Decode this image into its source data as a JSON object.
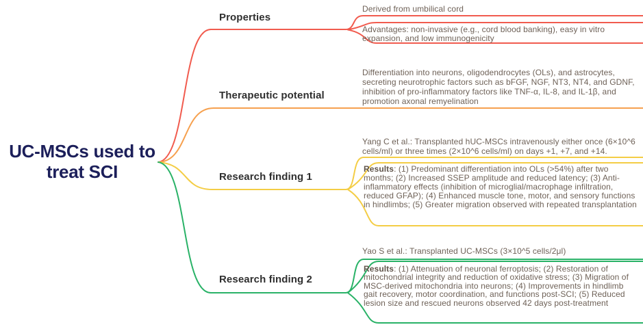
{
  "root": {
    "title": "UC-MSCs used to treat SCI",
    "text_color": "#1c1f5a"
  },
  "branches": [
    {
      "label": "Properties",
      "color": "#f15b4e",
      "children": [
        {
          "type": "underline-leaf",
          "text": "Derived from umbilical cord"
        },
        {
          "type": "bubble-leaf",
          "text": "Advantages: non-invasive (e.g., cord blood banking), easy in vitro expansion, and low immunogenicity"
        }
      ]
    },
    {
      "label": "Therapeutic potential",
      "color": "#f6a04e",
      "children": [
        {
          "type": "underline-leaf",
          "text": "Differentiation into neurons, oligodendrocytes (OLs), and astrocytes, secreting neurotrophic factors such as bFGF, NGF, NT3, NT4, and GDNF, inhibition of pro-inflammatory factors like TNF-α, IL-8, and IL-1β, and promotion axonal remyelination"
        }
      ]
    },
    {
      "label": "Research finding 1",
      "color": "#f4cd45",
      "children": [
        {
          "type": "underline-leaf",
          "text": "Yang C et al.: Transplanted hUC-MSCs intravenously either once (6×10^6 cells/ml) or three times (2×10^6 cells/ml) on days +1, +7, and +14."
        },
        {
          "type": "bubble-leaf",
          "bold": "Results",
          "text": ": (1) Predominant differentiation into OLs (>54%) after two months; (2) Increased SSEP amplitude and reduced latency; (3) Anti-inflammatory effects (inhibition of microglial/macrophage infiltration, reduced GFAP); (4) Enhanced muscle tone, motor, and sensory functions in hindlimbs; (5) Greater migration observed with repeated transplantation"
        }
      ]
    },
    {
      "label": "Research finding 2",
      "color": "#29b267",
      "children": [
        {
          "type": "underline-leaf",
          "text": "Yao S et al.: Transplanted UC-MSCs (3×10^5 cells/2μl)"
        },
        {
          "type": "bubble-leaf",
          "bold": "Results",
          "text": ": (1) Attenuation of neuronal ferroptosis; (2) Restoration of mitochondrial integrity and reduction of oxidative stress; (3) Migration of MSC-derived mitochondria into neurons; (4) Improvements in hindlimb gait recovery, motor coordination, and functions post-SCI; (5) Reduced lesion size and rescued neurons observed 42 days post-treatment"
        }
      ]
    }
  ]
}
